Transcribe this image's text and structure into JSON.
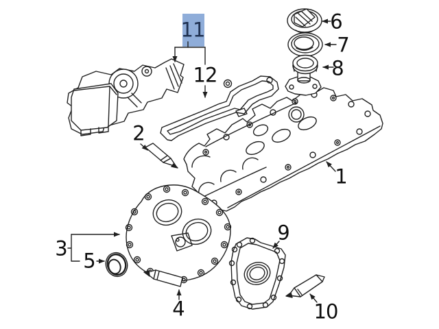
{
  "diagram": {
    "background_color": "#ffffff",
    "line_color": "#1f1f1f",
    "arrow_color": "#1f1f1f",
    "highlight": {
      "part": "11",
      "box_color": "#8fadd9",
      "text_color": "#1e3050"
    },
    "labels": [
      {
        "text": "1"
      },
      {
        "text": "2"
      },
      {
        "text": "3"
      },
      {
        "text": "4"
      },
      {
        "text": "5"
      },
      {
        "text": "6"
      },
      {
        "text": "7"
      },
      {
        "text": "8"
      },
      {
        "text": "9"
      },
      {
        "text": "10"
      },
      {
        "text": "11"
      },
      {
        "text": "12"
      }
    ]
  }
}
